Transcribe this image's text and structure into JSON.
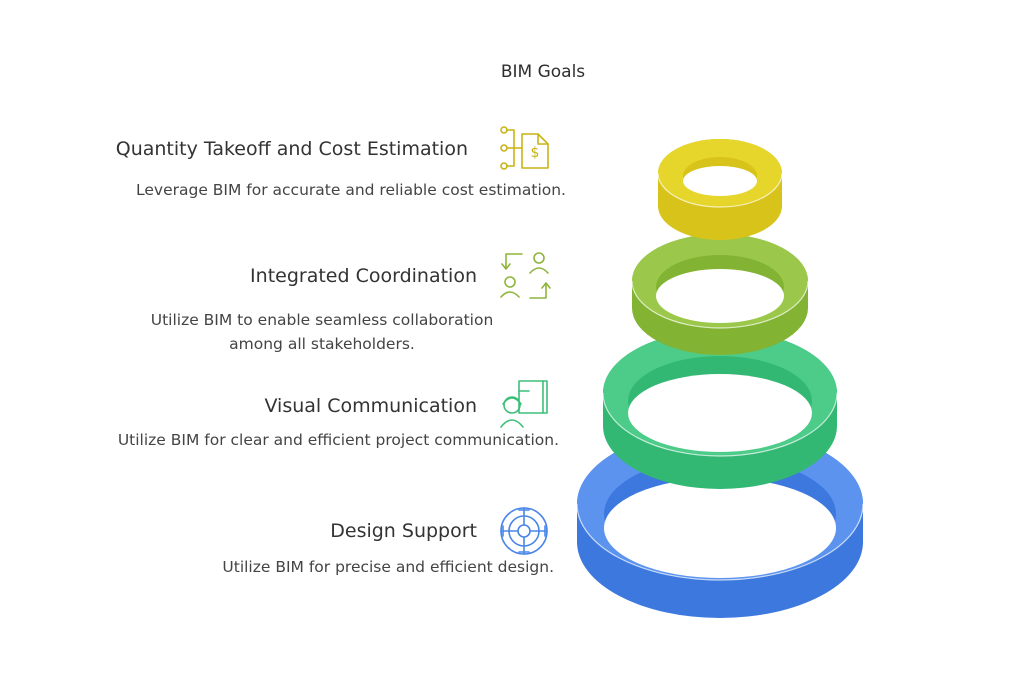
{
  "title": "BIM Goals",
  "goals": [
    {
      "title": "Quantity Takeoff and Cost Estimation",
      "description_lines": [
        "Leverage BIM for accurate and reliable cost estimation."
      ],
      "icon": "cost-document-icon",
      "color": "#DCCB1A"
    },
    {
      "title": "Integrated Coordination",
      "description_lines": [
        "Utilize BIM to enable seamless collaboration",
        "among all stakeholders."
      ],
      "icon": "people-exchange-icon",
      "color": "#8EBE3A"
    },
    {
      "title": "Visual Communication",
      "description_lines": [
        "Utilize BIM for clear and efficient project communication."
      ],
      "icon": "engineer-blueprint-icon",
      "color": "#3DC77F"
    },
    {
      "title": "Design Support",
      "description_lines": [
        "Utilize BIM for precise and efficient design."
      ],
      "icon": "target-crosshair-icon",
      "color": "#4A86E8"
    }
  ]
}
